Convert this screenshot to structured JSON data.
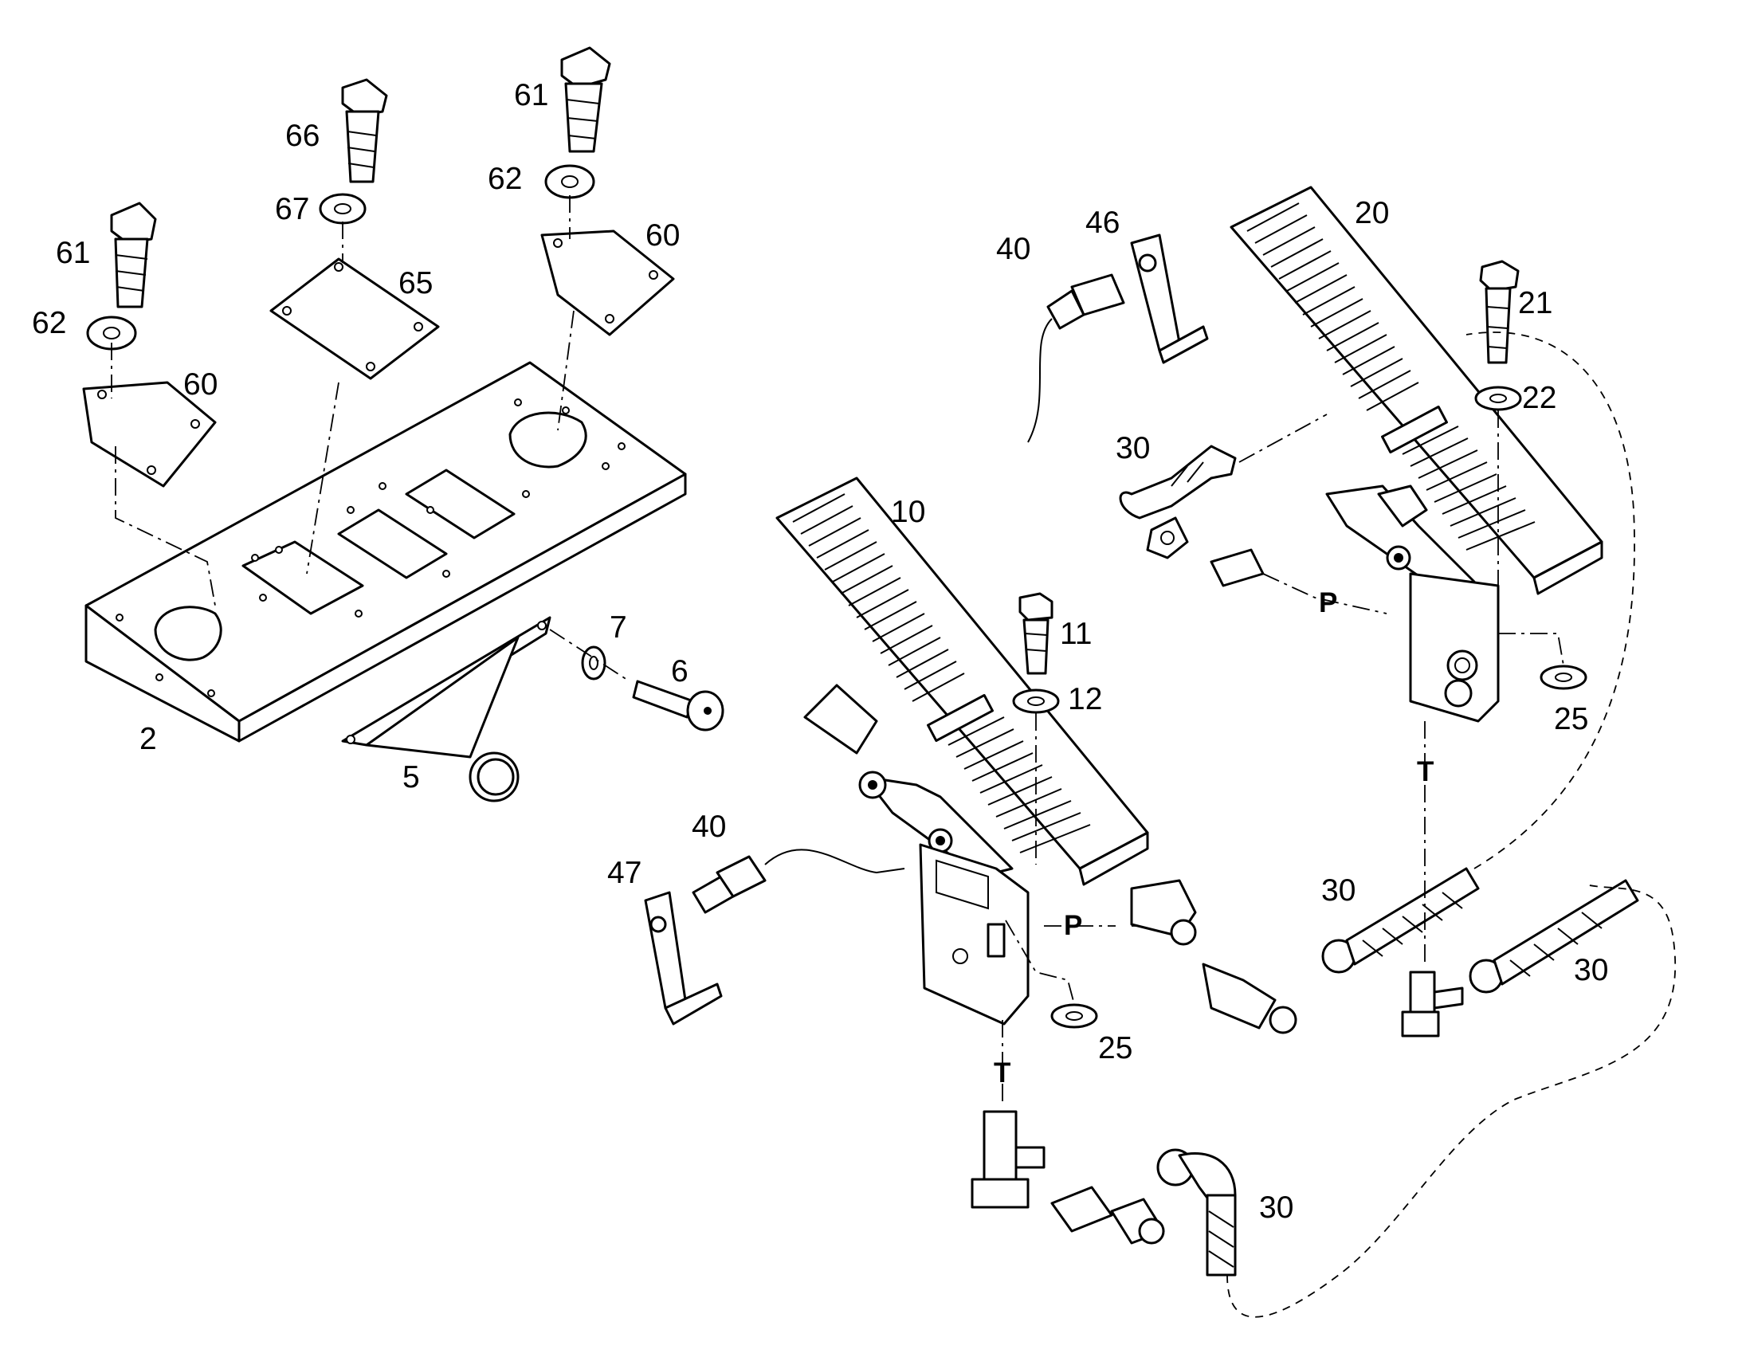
{
  "diagram": {
    "callouts": {
      "c2": "2",
      "c5": "5",
      "c6": "6",
      "c7": "7",
      "c10": "10",
      "c11": "11",
      "c12": "12",
      "c20": "20",
      "c21": "21",
      "c22": "22",
      "c25_left": "25",
      "c25_right": "25",
      "c30_upper": "30",
      "c30_mid": "30",
      "c30_right": "30",
      "c30_lower": "30",
      "c40_left": "40",
      "c40_upper": "40",
      "c46": "46",
      "c47": "47",
      "c60_left": "60",
      "c60_right": "60",
      "c61_left": "61",
      "c61_right": "61",
      "c62_left": "62",
      "c62_right": "62",
      "c65": "65",
      "c66": "66",
      "c67": "67"
    },
    "ports": {
      "p_left": "P",
      "t_left": "T",
      "p_right": "P",
      "t_right": "T"
    },
    "colors": {
      "line": "#000000",
      "background": "#ffffff"
    }
  }
}
